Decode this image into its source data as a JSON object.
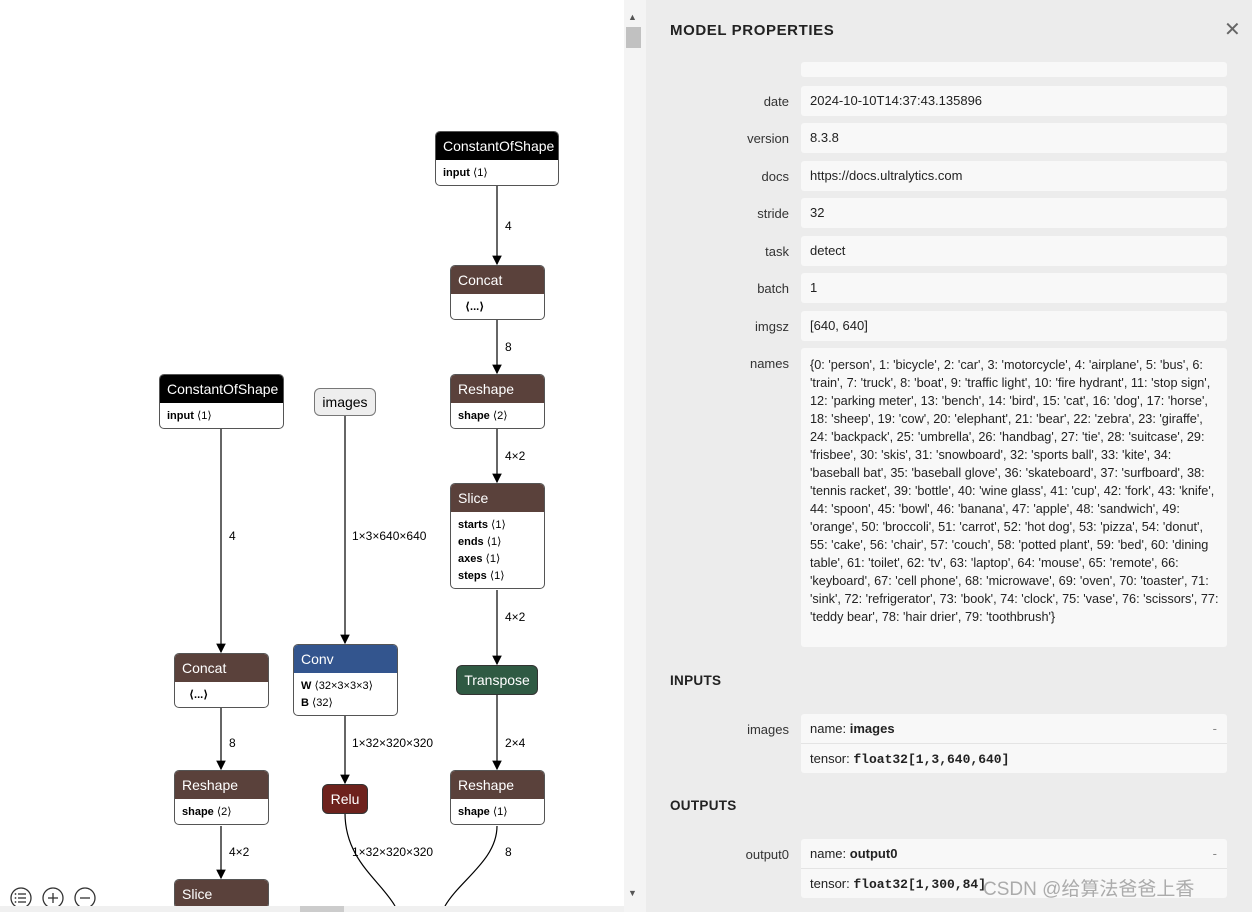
{
  "graph": {
    "nodes": {
      "cos1": {
        "title": "ConstantOfShape",
        "attr_name": "input",
        "attr_val": "⟨1⟩"
      },
      "cos2": {
        "title": "ConstantOfShape",
        "attr_name": "input",
        "attr_val": "⟨1⟩"
      },
      "concat1": {
        "title": "Concat",
        "attr_val": "⟨...⟩"
      },
      "concat2": {
        "title": "Concat",
        "attr_val": "⟨...⟩"
      },
      "reshape1": {
        "title": "Reshape",
        "attr_name": "shape",
        "attr_val": "⟨2⟩"
      },
      "reshape2": {
        "title": "Reshape",
        "attr_name": "shape",
        "attr_val": "⟨2⟩"
      },
      "reshape3": {
        "title": "Reshape",
        "attr_name": "shape",
        "attr_val": "⟨1⟩"
      },
      "slice1": {
        "title": "Slice",
        "attrs": [
          {
            "name": "starts",
            "val": "⟨1⟩"
          },
          {
            "name": "ends",
            "val": "⟨1⟩"
          },
          {
            "name": "axes",
            "val": "⟨1⟩"
          },
          {
            "name": "steps",
            "val": "⟨1⟩"
          }
        ]
      },
      "slice2": {
        "title": "Slice"
      },
      "images": {
        "title": "images"
      },
      "conv": {
        "title": "Conv",
        "attrs": [
          {
            "name": "W",
            "val": "⟨32×3×3×3⟩"
          },
          {
            "name": "B",
            "val": "⟨32⟩"
          }
        ]
      },
      "relu": {
        "title": "Relu"
      },
      "transpose": {
        "title": "Transpose"
      }
    },
    "edges": {
      "e1": "4",
      "e2": "8",
      "e3": "4×2",
      "e4": "4×2",
      "e5": "2×4",
      "e6": "8",
      "e7": "4",
      "e8": "8",
      "e9": "4×2",
      "e10": "1×3×640×640",
      "e11": "1×32×320×320",
      "e12": "1×32×320×320"
    }
  },
  "sidebar": {
    "title": "MODEL PROPERTIES",
    "close": "✕",
    "properties": [
      {
        "label": "date",
        "value": "2024-10-10T14:37:43.135896"
      },
      {
        "label": "version",
        "value": "8.3.8"
      },
      {
        "label": "docs",
        "value": "https://docs.ultralytics.com"
      },
      {
        "label": "stride",
        "value": "32"
      },
      {
        "label": "task",
        "value": "detect"
      },
      {
        "label": "batch",
        "value": "1"
      },
      {
        "label": "imgsz",
        "value": "[640, 640]"
      },
      {
        "label": "names",
        "value": "{0: 'person', 1: 'bicycle', 2: 'car', 3: 'motorcycle', 4: 'airplane', 5: 'bus', 6: 'train', 7: 'truck', 8: 'boat', 9: 'traffic light', 10: 'fire hydrant', 11: 'stop sign', 12: 'parking meter', 13: 'bench', 14: 'bird', 15: 'cat', 16: 'dog', 17: 'horse', 18: 'sheep', 19: 'cow', 20: 'elephant', 21: 'bear', 22: 'zebra', 23: 'giraffe', 24: 'backpack', 25: 'umbrella', 26: 'handbag', 27: 'tie', 28: 'suitcase', 29: 'frisbee', 30: 'skis', 31: 'snowboard', 32: 'sports ball', 33: 'kite', 34: 'baseball bat', 35: 'baseball glove', 36: 'skateboard', 37: 'surfboard', 38: 'tennis racket', 39: 'bottle', 40: 'wine glass', 41: 'cup', 42: 'fork', 43: 'knife', 44: 'spoon', 45: 'bowl', 46: 'banana', 47: 'apple', 48: 'sandwich', 49: 'orange', 50: 'broccoli', 51: 'carrot', 52: 'hot dog', 53: 'pizza', 54: 'donut', 55: 'cake', 56: 'chair', 57: 'couch', 58: 'potted plant', 59: 'bed', 60: 'dining table', 61: 'toilet', 62: 'tv', 63: 'laptop', 64: 'mouse', 65: 'remote', 66: 'keyboard', 67: 'cell phone', 68: 'microwave', 69: 'oven', 70: 'toaster', 71: 'sink', 72: 'refrigerator', 73: 'book', 74: 'clock', 75: 'vase', 76: 'scissors', 77: 'teddy bear', 78: 'hair drier', 79: 'toothbrush'}"
      }
    ],
    "inputs_title": "INPUTS",
    "inputs": [
      {
        "label": "images",
        "name_key": "name:",
        "name": "images",
        "tensor_key": "tensor:",
        "tensor": "float32[1,3,640,640]",
        "dash": "-"
      }
    ],
    "outputs_title": "OUTPUTS",
    "outputs": [
      {
        "label": "output0",
        "name_key": "name:",
        "name": "output0",
        "tensor_key": "tensor:",
        "tensor": "float32[1,300,84]",
        "dash": "-"
      }
    ]
  },
  "watermark": "CSDN @给算法爸爸上香"
}
